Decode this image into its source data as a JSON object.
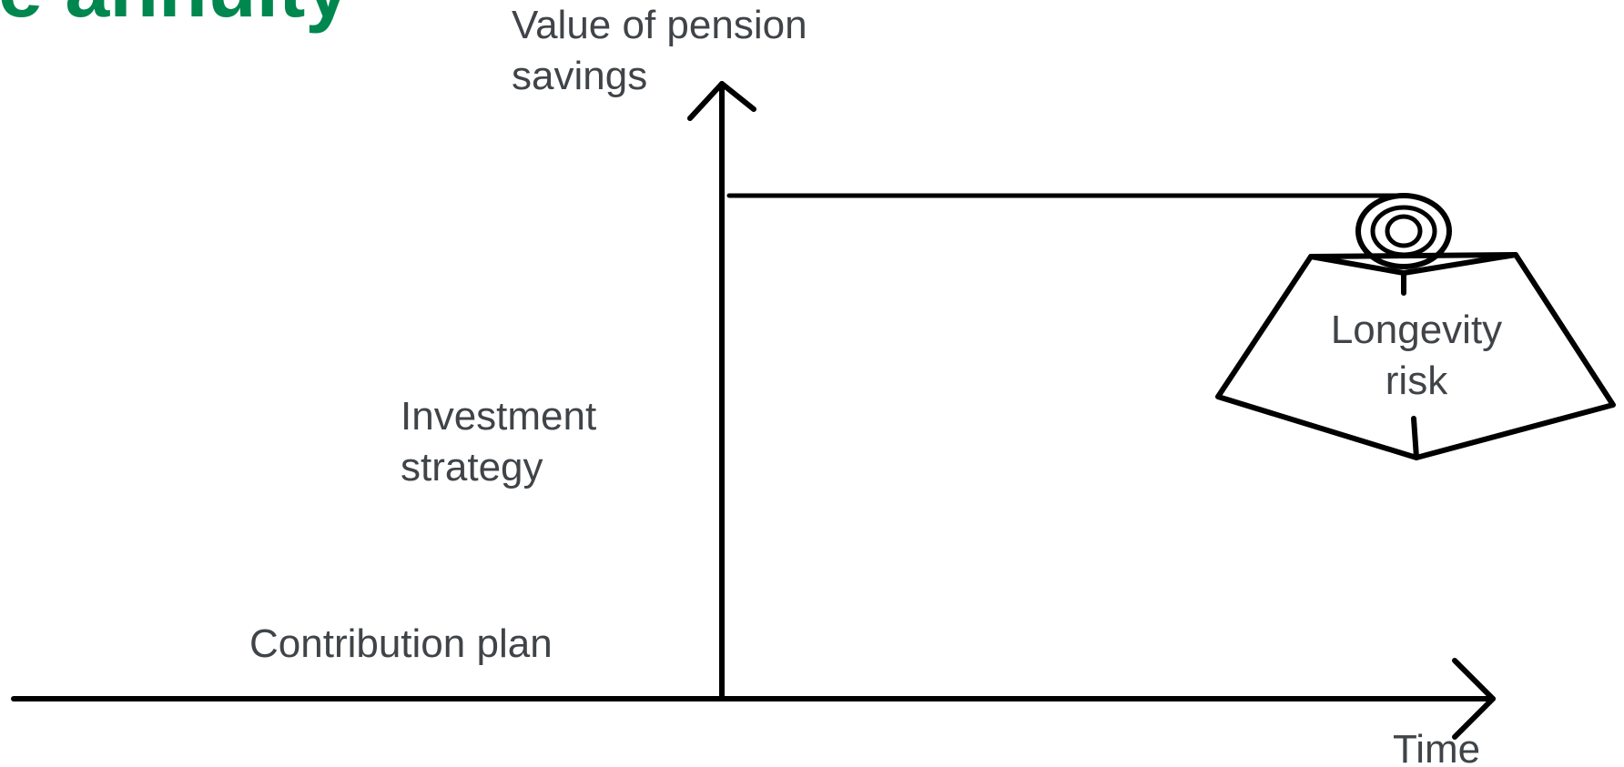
{
  "title": "e annuity",
  "y_axis_label": [
    "Value of pension",
    "savings"
  ],
  "x_axis_label": "Time",
  "phases": {
    "contribution": "Contribution plan",
    "investment": [
      "Investment",
      "strategy"
    ]
  },
  "weight": {
    "label": [
      "Longevity",
      "risk"
    ],
    "icon": "weight-icon"
  },
  "colors": {
    "title": "#00874f",
    "text": "#404448",
    "line": "#000000"
  }
}
